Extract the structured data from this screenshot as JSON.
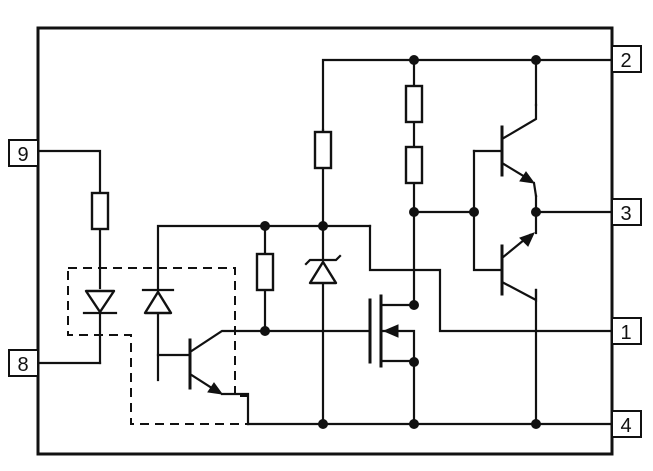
{
  "pins": [
    {
      "id": "pin-9",
      "label": "9"
    },
    {
      "id": "pin-8",
      "label": "8"
    },
    {
      "id": "pin-2",
      "label": "2"
    },
    {
      "id": "pin-3",
      "label": "3"
    },
    {
      "id": "pin-1",
      "label": "1"
    },
    {
      "id": "pin-4",
      "label": "4"
    }
  ],
  "colors": {
    "ink": "#111111",
    "paper": "#ffffff"
  },
  "components": {
    "resistors": 5,
    "diodes": 2,
    "zener_diodes": 1,
    "bipolar_transistors": 3,
    "mosfets": 1,
    "optocoupler_outline": "dashed"
  }
}
